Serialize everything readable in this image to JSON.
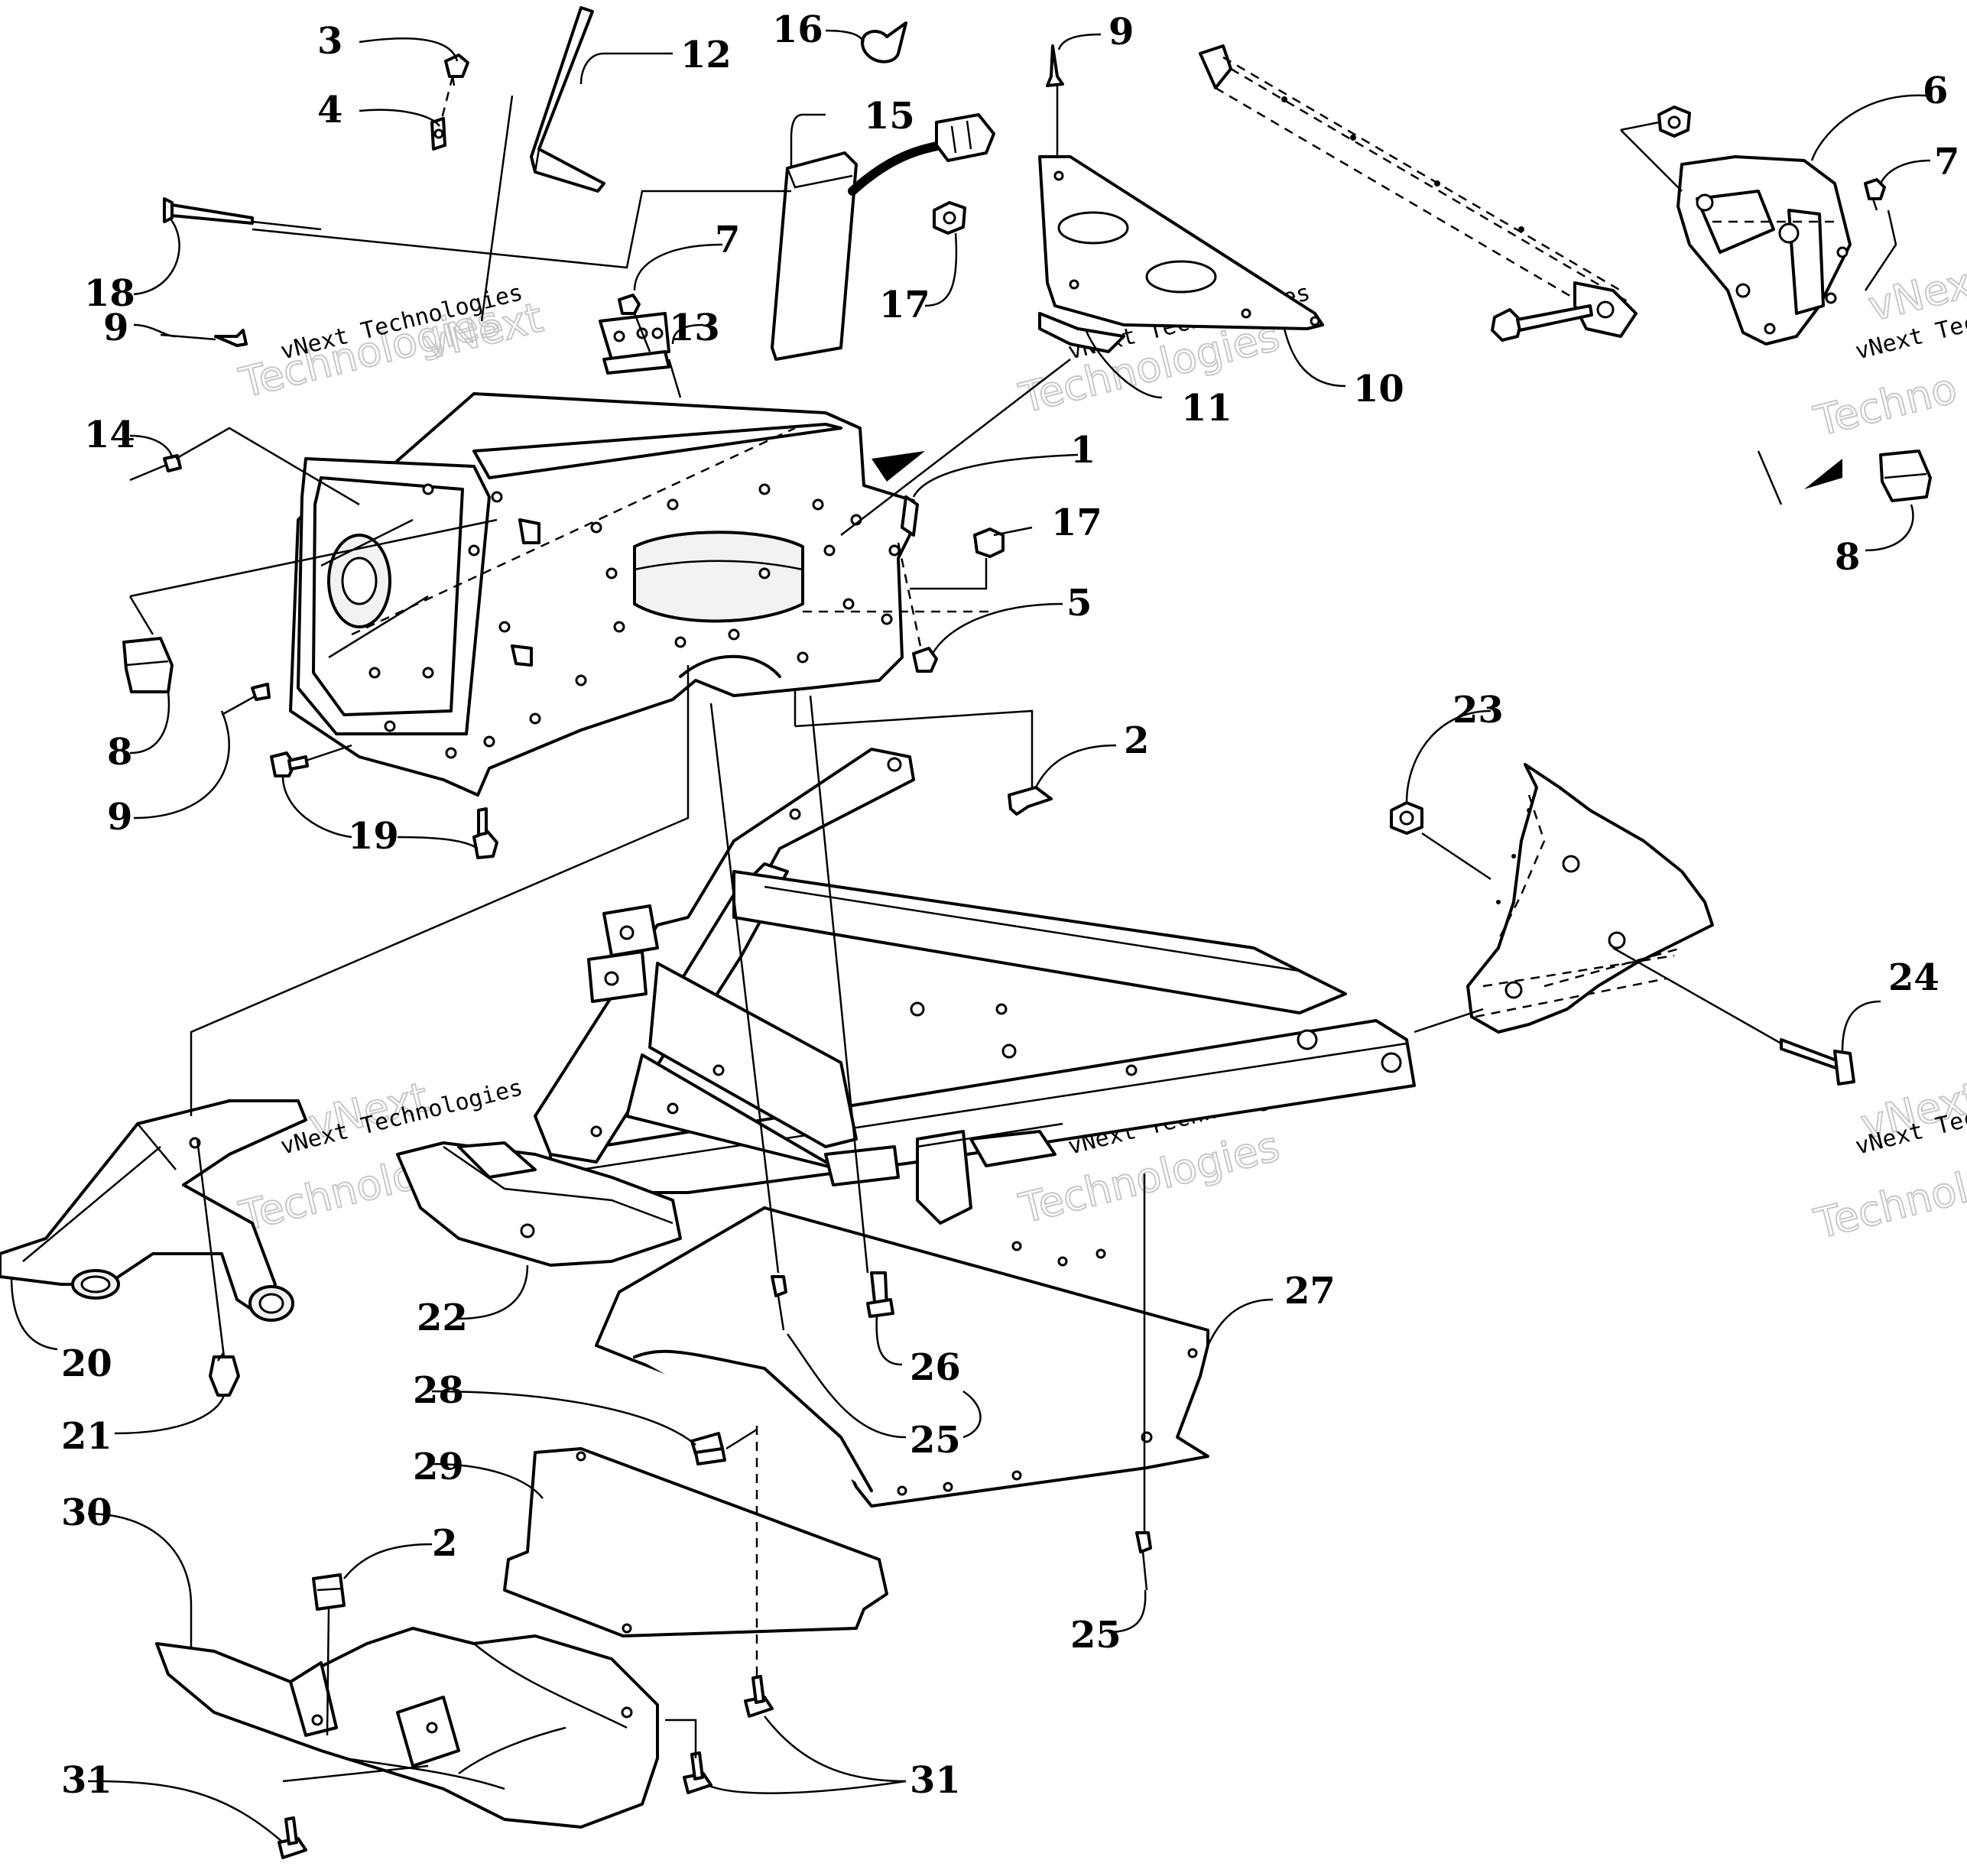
{
  "watermark": {
    "small": "vNext Technologies",
    "large_1": "vNext",
    "large_2": "Technologies",
    "clipped_small": "vNext Tec",
    "clipped_large": "Technolo",
    "clipped_large_2": "Techno",
    "clipped_large_1": "vNext"
  },
  "callouts": {
    "c1": "1",
    "c2a": "2",
    "c2b": "2",
    "c3": "3",
    "c4": "4",
    "c5": "5",
    "c6": "6",
    "c7a": "7",
    "c7b": "7",
    "c8a": "8",
    "c8b": "8",
    "c9a": "9",
    "c9b": "9",
    "c9c": "9",
    "c10": "10",
    "c11": "11",
    "c12": "12",
    "c13": "13",
    "c14": "14",
    "c15": "15",
    "c16": "16",
    "c17a": "17",
    "c17b": "17",
    "c18": "18",
    "c19": "19",
    "c20": "20",
    "c21": "21",
    "c22": "22",
    "c23": "23",
    "c24": "24",
    "c25a": "25",
    "c25b": "25",
    "c26": "26",
    "c27": "27",
    "c28": "28",
    "c29": "29",
    "c30": "30",
    "c31a": "31",
    "c31b": "31"
  }
}
